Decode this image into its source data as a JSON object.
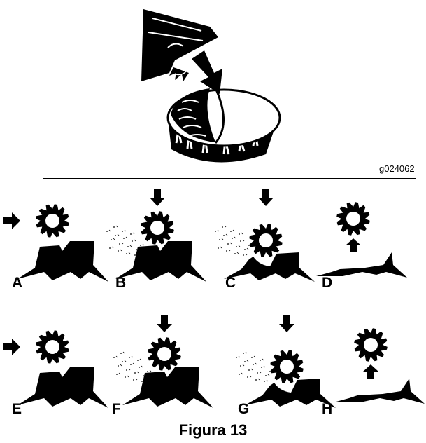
{
  "figure": {
    "reference_code": "g024062",
    "caption": "Figura 13"
  },
  "panels": [
    {
      "id": "A",
      "label": "A",
      "arrow": "right",
      "chips": false,
      "stump": "full"
    },
    {
      "id": "B",
      "label": "B",
      "arrow": "down",
      "chips": true,
      "stump": "full"
    },
    {
      "id": "C",
      "label": "C",
      "arrow": "down",
      "chips": true,
      "stump": "lowered"
    },
    {
      "id": "D",
      "label": "D",
      "arrow": "up",
      "chips": false,
      "stump": "flat"
    },
    {
      "id": "E",
      "label": "E",
      "arrow": "right",
      "chips": false,
      "stump": "full"
    },
    {
      "id": "F",
      "label": "F",
      "arrow": "down",
      "chips": true,
      "stump": "full"
    },
    {
      "id": "G",
      "label": "G",
      "arrow": "down",
      "chips": true,
      "stump": "lowered"
    },
    {
      "id": "H",
      "label": "H",
      "arrow": "up",
      "chips": false,
      "stump": "flat"
    }
  ]
}
